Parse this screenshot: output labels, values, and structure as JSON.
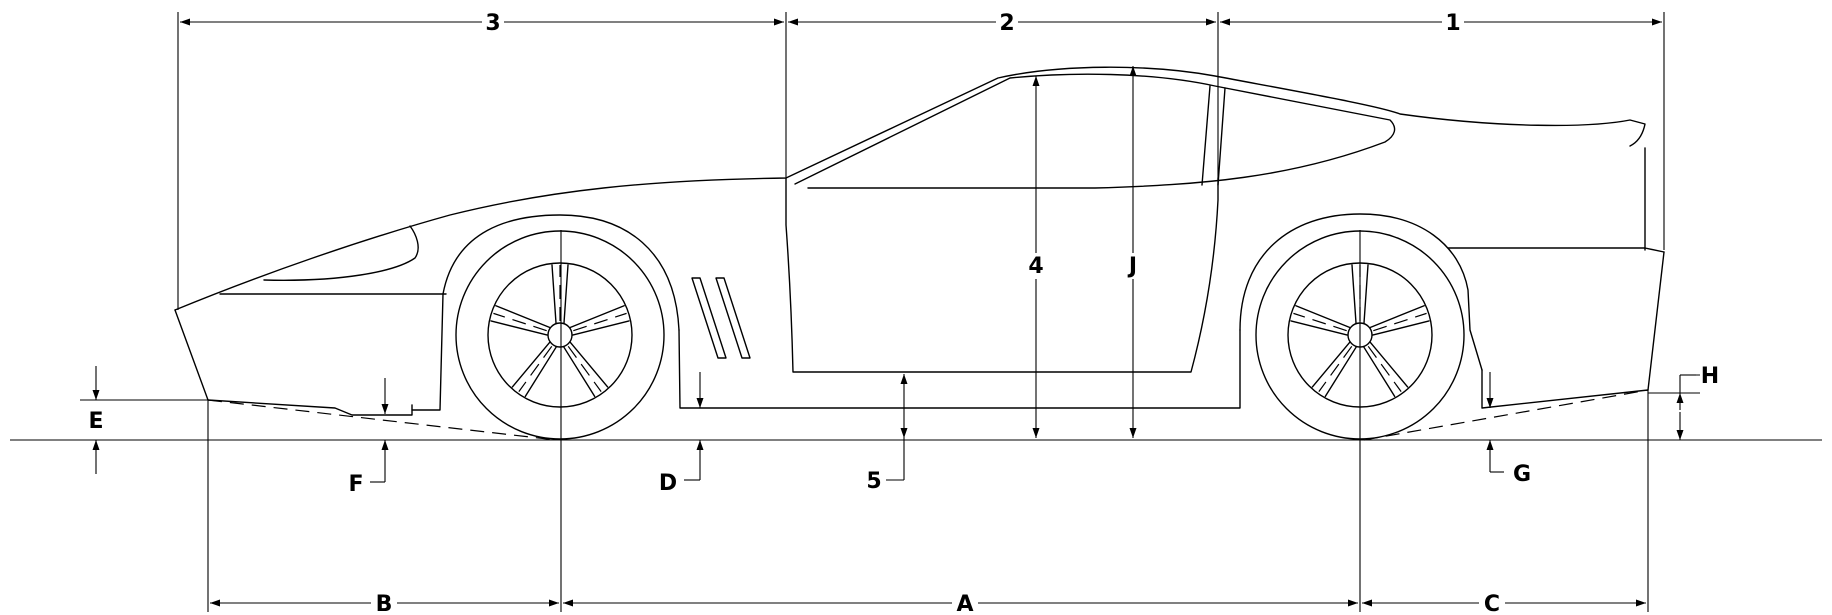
{
  "labels": {
    "dim_1": "1",
    "dim_2": "2",
    "dim_3": "3",
    "dim_4": "4",
    "dim_5": "5",
    "dim_a": "A",
    "dim_b": "B",
    "dim_c": "C",
    "dim_d": "D",
    "dim_e": "E",
    "dim_f": "F",
    "dim_g": "G",
    "dim_h": "H",
    "dim_j": "J"
  }
}
